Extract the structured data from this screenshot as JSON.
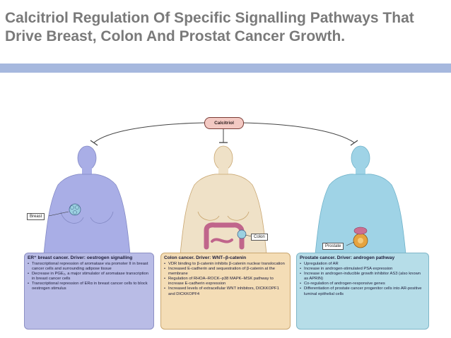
{
  "title": "Calcitriol Regulation Of Specific Signalling Pathways That Drive Breast, Colon And Prostat Cancer Growth.",
  "colors": {
    "title_text": "#7a7a7a",
    "title_bar": "#a6b8de",
    "breast_panel": "#b9bce6",
    "colon_panel": "#f4ddb6",
    "prostate_panel": "#b6dde8",
    "breast_body": "#a9aee6",
    "colon_body": "#efe1c7",
    "prostate_body": "#9fd3e6",
    "calcitriol_node": "#f3c9c3"
  },
  "diagram": {
    "center_node": "Calcitriol",
    "labels": {
      "breast": "Breast",
      "colon": "Colon",
      "prostate": "Prostate"
    },
    "panels": {
      "breast": {
        "heading": "ER⁺ breast cancer. Driver: oestrogen signalling",
        "items": [
          "Transcriptional repression of aromatase via promoter II in breast cancer cells and surrounding adipose tissue",
          "Decrease in PGE₂, a major stimulator of aromatase transcription in breast cancer cells",
          "Transcriptional repression of ERα in breast cancer cells to block oestrogen stimulus"
        ]
      },
      "colon": {
        "heading": "Colon cancer. Driver: WNT–β-catenin",
        "items": [
          "VDR binding to β-catenin inhibits β-catenin nuclear translocation",
          "Increased E-cadherin and sequestration of β-catenin at the membrane",
          "Regulation of RHOA–ROCK–p38 MAPK–MSK pathway to increase E-cadherin expression",
          "Increased levels of extracellular WNT inhibitors, DICKKOPF1 and DICKKOPF4"
        ]
      },
      "prostate": {
        "heading": "Prostate cancer. Driver: androgen pathway",
        "items": [
          "Upregulation of AR",
          "Increase in androgen-stimulated PSA expression",
          "Increase in androgen-inducible growth inhibitor AS3 (also known as APRIN)",
          "Co-regulation of androgen-responsive genes",
          "Differentiation of prostate cancer progenitor cells into AR-positive luminal epithelial cells"
        ]
      }
    }
  }
}
